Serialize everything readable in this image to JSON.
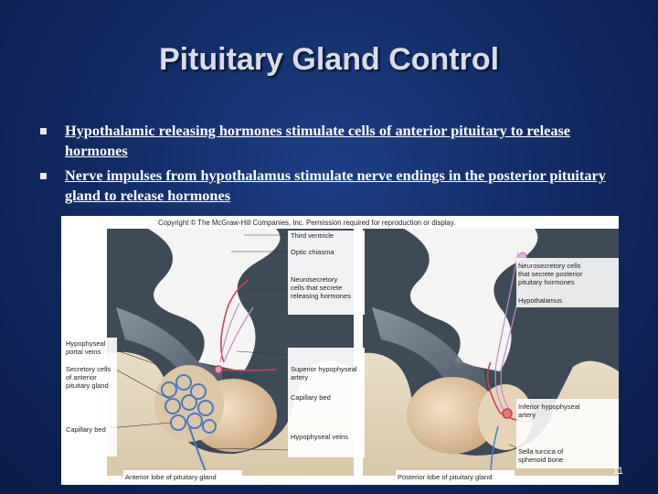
{
  "slide": {
    "title": "Pituitary Gland Control",
    "bullets": [
      "Hypothalamic releasing hormones stimulate cells of anterior pituitary to release hormones",
      "Nerve impulses from hypothalamus stimulate nerve endings in the posterior pituitary gland to release hormones"
    ],
    "page_number": "11"
  },
  "figure": {
    "copyright": "Copyright © The McGraw-Hill Companies, Inc. Permission required for reproduction or display.",
    "left_labels": {
      "hypophyseal_portal_veins_1": "Hypophyseal",
      "hypophyseal_portal_veins_2": "portal veins",
      "secretory_cells_1": "Secretory cells",
      "secretory_cells_2": "of anterior",
      "secretory_cells_3": "pituitary gland",
      "capillary_bed": "Capillary bed",
      "caption": "Anterior lobe of pituitary gland"
    },
    "center_labels": {
      "third_ventricle": "Third ventricle",
      "optic_chiasma": "Optic chiasma",
      "neurosecretory_1": "Neurosecretory",
      "neurosecretory_2": "cells that secrete",
      "neurosecretory_3": "releasing hormones",
      "superior_artery_1": "Superior hypophyseal",
      "superior_artery_2": "artery",
      "capillary_bed": "Capillary bed",
      "hypophyseal_veins": "Hypophyseal veins"
    },
    "right_labels": {
      "neurosecretory_1": "Neurosecretory cells",
      "neurosecretory_2": "that secrete posterior",
      "neurosecretory_3": "pituitary hormones",
      "hypothalamus": "Hypothalamus",
      "inferior_artery_1": "Inferior hypophyseal",
      "inferior_artery_2": "artery",
      "sella_turcica_1": "Sella turcica of",
      "sella_turcica_2": "sphenoid bone",
      "caption": "Posterior lobe of pituitary gland"
    }
  }
}
